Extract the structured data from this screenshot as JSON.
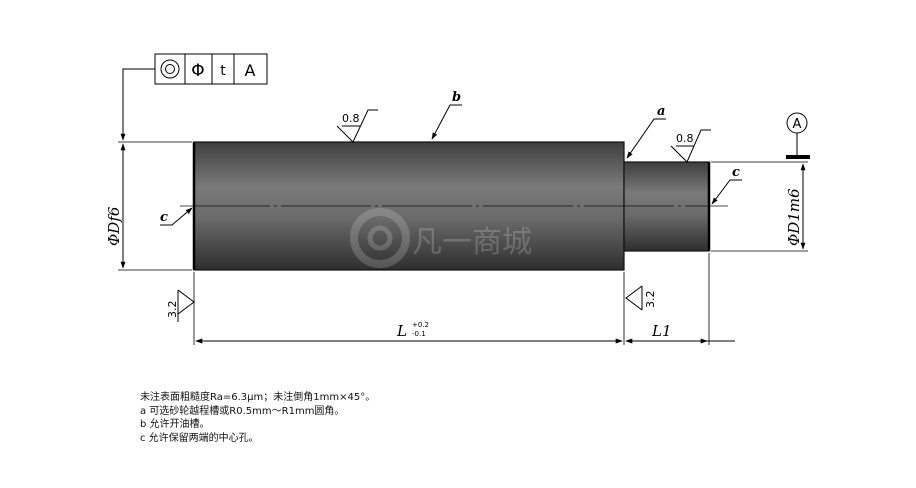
{
  "tolerance_frame": {
    "symbol": "concentricity-icon",
    "diameter": "Φ",
    "tolerance": "t",
    "datum": "A"
  },
  "datum_label": "A",
  "roughness": {
    "main_body": "0.8",
    "small_end": "0.8",
    "left_face": "3.2",
    "shoulder_face": "3.2"
  },
  "leaders": {
    "b": "b",
    "a": "a",
    "c_left": "c",
    "c_right": "c"
  },
  "dimensions": {
    "left_diameter": "ΦDf6",
    "right_diameter": "ΦD1m6",
    "length_main": "L",
    "length_main_upper": "+0.2",
    "length_main_lower": "-0.1",
    "length_end": "L1"
  },
  "watermark": "凡一商城",
  "notes": [
    "未注表面粗糙度Ra=6.3μm；未注倒角1mm×45°。",
    "a  可选砂轮越程槽或R0.5mm～R1mm圆角。",
    "b  允许开油槽。",
    "c  允许保留两端的中心孔。"
  ]
}
